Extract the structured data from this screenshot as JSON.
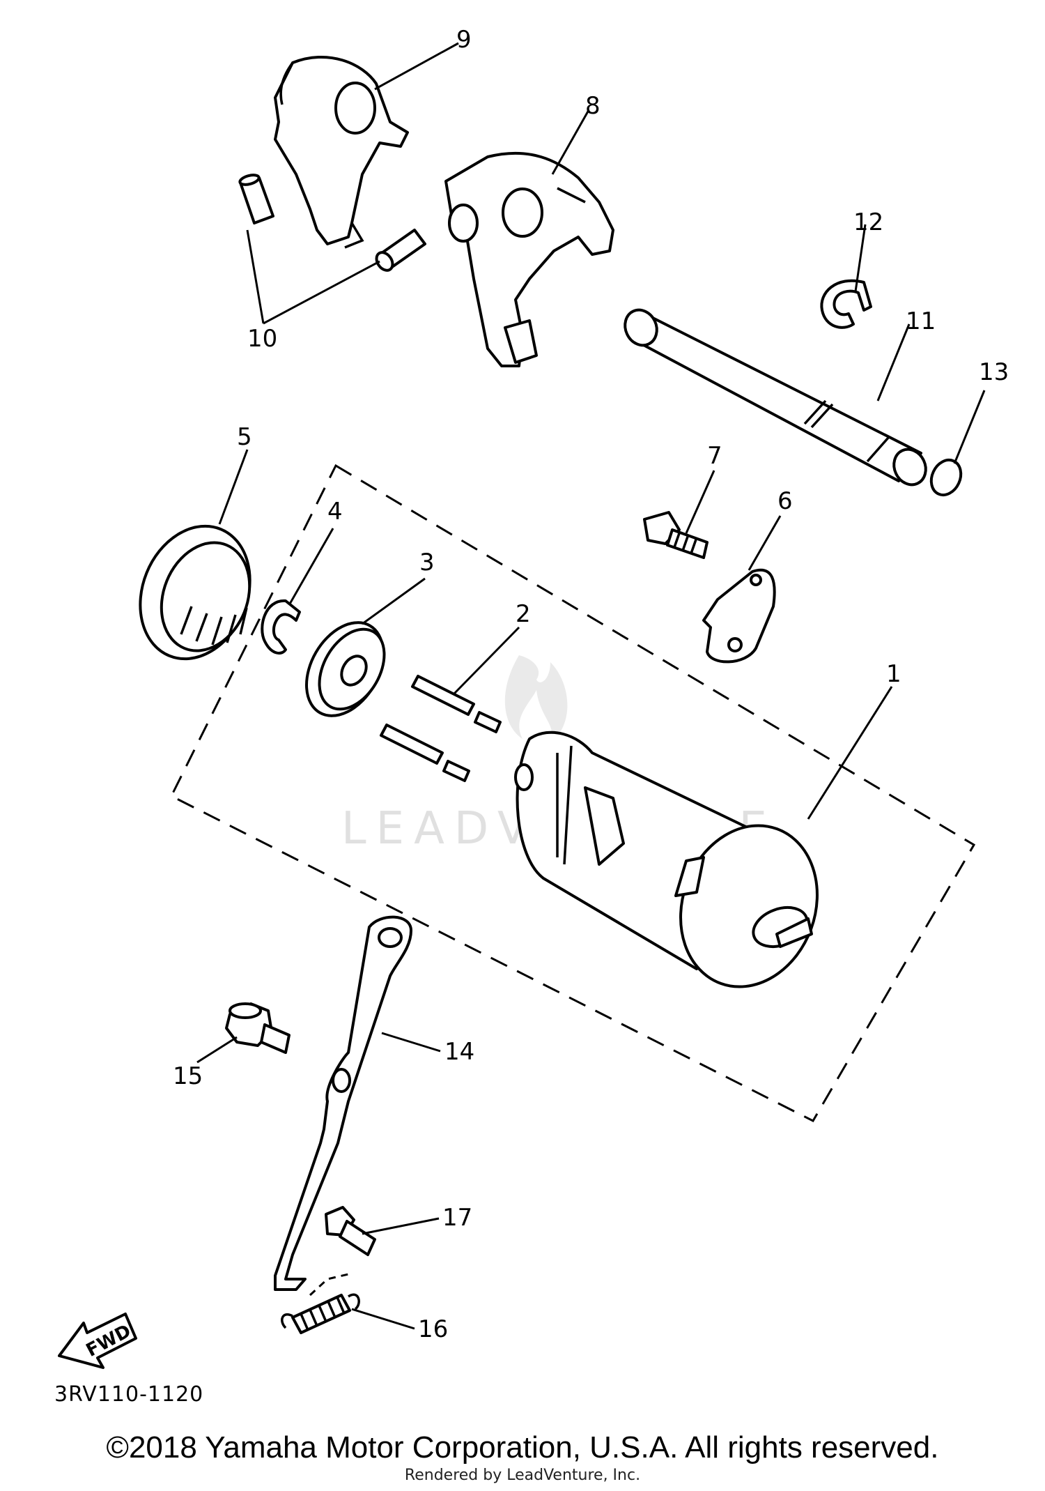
{
  "diagram": {
    "callouts": [
      "1",
      "2",
      "3",
      "4",
      "5",
      "6",
      "7",
      "8",
      "9",
      "10",
      "11",
      "12",
      "13",
      "14",
      "15",
      "16",
      "17"
    ],
    "part_code": "3RV110-1120",
    "fwd_label": "FWD",
    "watermark": "LEADVENTURE"
  },
  "footer": {
    "copyright": "©2018 Yamaha Motor Corporation, U.S.A. All rights reserved.",
    "rendered_by": "Rendered by LeadVenture, Inc."
  }
}
